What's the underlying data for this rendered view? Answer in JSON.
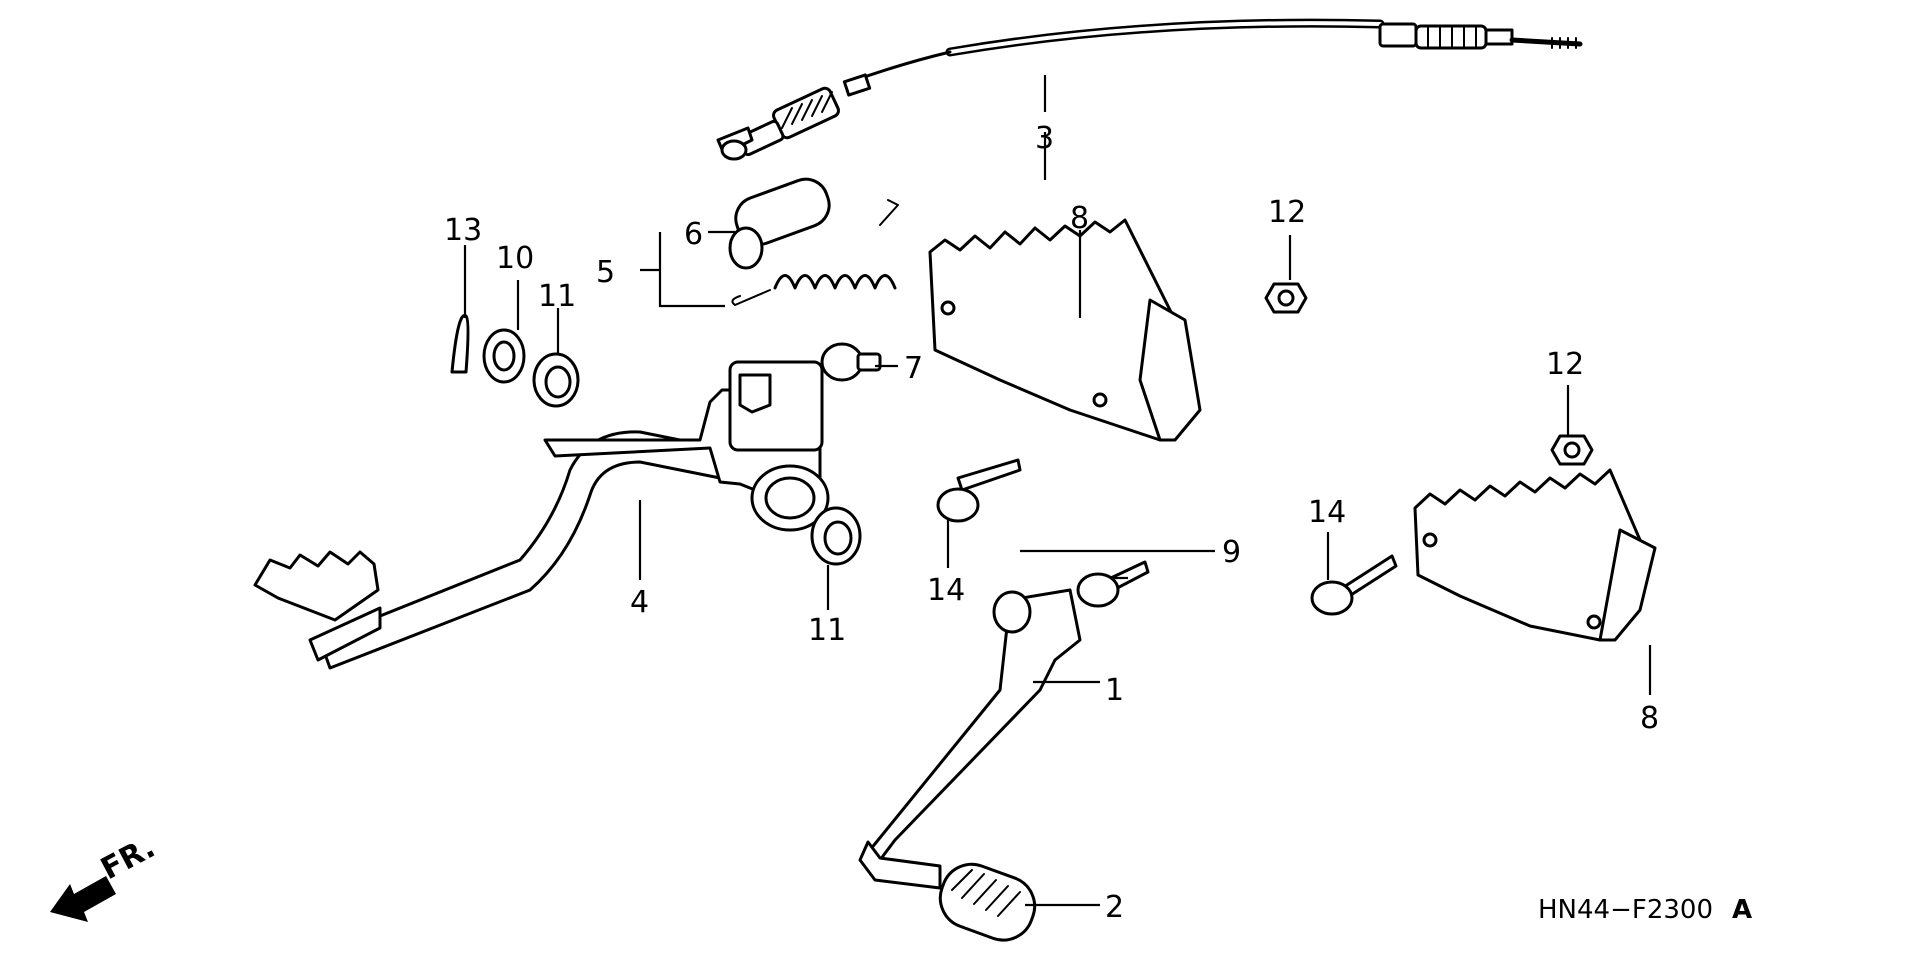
{
  "diagram": {
    "callouts": {
      "c1": "1",
      "c2": "2",
      "c3": "3",
      "c4": "4",
      "c5": "5",
      "c6": "6",
      "c7": "7",
      "c8a": "8",
      "c8b": "8",
      "c9": "9",
      "c10": "10",
      "c11a": "11",
      "c11b": "11",
      "c12a": "12",
      "c12b": "12",
      "c13": "13",
      "c14a": "14",
      "c14b": "14"
    },
    "front_marker": "FR.",
    "drawing_code": "HN44−F2300",
    "drawing_rev": "A"
  }
}
